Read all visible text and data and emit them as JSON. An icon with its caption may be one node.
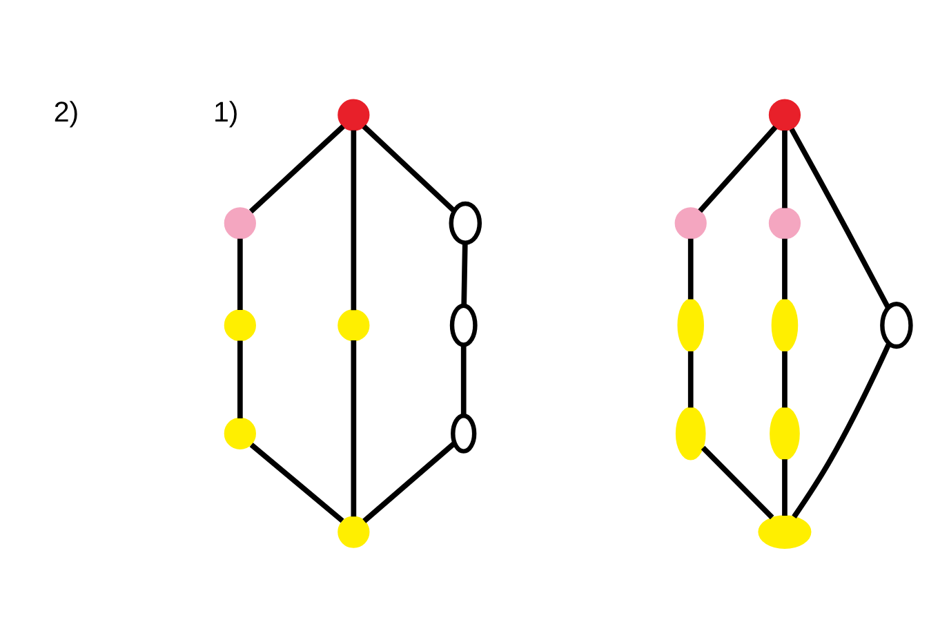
{
  "diagram": {
    "nodes": [
      {
        "text": [],
        "shape": "circle"
      },
      {
        "text": [],
        "shape": "circle"
      },
      {
        "text": [],
        "shape": "circle"
      },
      {
        "text": [],
        "shape": "circle"
      },
      {
        "text": [],
        "shape": "circle"
      },
      {
        "text": [],
        "shape": "circle"
      },
      {
        "text": [],
        "shape": "circle"
      },
      {
        "text": [],
        "shape": "circle"
      },
      {
        "text": [],
        "shape": "circle"
      },
      {
        "text": [],
        "shape": "circle"
      },
      {
        "text": [],
        "shape": "circle"
      },
      {
        "text": [],
        "shape": "circle"
      },
      {
        "text": [],
        "shape": "circle"
      },
      {
        "text": [],
        "shape": "circle"
      },
      {
        "text": [],
        "shape": "circle"
      },
      {
        "text": [],
        "shape": "circle"
      },
      {
        "text": [],
        "shape": "circle"
      },
      {
        "text": [],
        "shape": "circle"
      }
    ],
    "edges": [
      {
        "from": 0,
        "to": 1,
        "arrow": "none"
      },
      {
        "from": 1,
        "to": 2,
        "arrow": "none"
      },
      {
        "from": 2,
        "to": 3,
        "arrow": "none"
      },
      {
        "from": 3,
        "to": 4,
        "arrow": "none"
      },
      {
        "from": 0,
        "to": 5,
        "arrow": "none"
      },
      {
        "from": 5,
        "to": 4,
        "arrow": "none"
      },
      {
        "from": 0,
        "to": 6,
        "arrow": "none"
      },
      {
        "from": 6,
        "to": 7,
        "arrow": "none"
      },
      {
        "from": 7,
        "to": 8,
        "arrow": "none"
      },
      {
        "from": 8,
        "to": 4,
        "arrow": "none"
      },
      {
        "from": 9,
        "to": 10,
        "arrow": "none"
      },
      {
        "from": 10,
        "to": 12,
        "arrow": "none"
      },
      {
        "from": 12,
        "to": 15,
        "arrow": "none"
      },
      {
        "from": 15,
        "to": 17,
        "arrow": "none"
      },
      {
        "from": 9,
        "to": 13,
        "arrow": "none"
      },
      {
        "from": 13,
        "to": 17,
        "arrow": "none"
      },
      {
        "from": 9,
        "to": 11,
        "arrow": "none"
      },
      {
        "from": 11,
        "to": 14,
        "arrow": "none"
      },
      {
        "from": 14,
        "to": 16,
        "arrow": "none"
      },
      {
        "from": 16,
        "to": 17,
        "arrow": "none"
      }
    ],
    "labels": [
      "1)",
      "2)"
    ]
  }
}
